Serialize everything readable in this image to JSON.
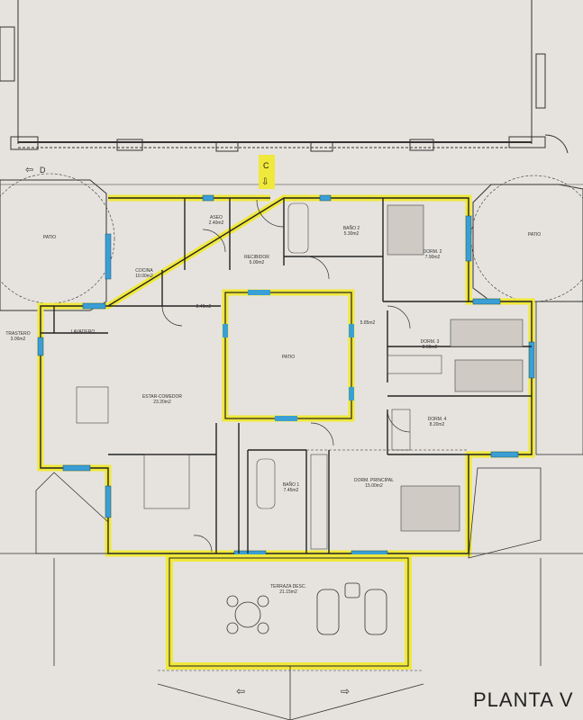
{
  "plan": {
    "title": "PLANTA V",
    "section_markers": {
      "c": "C",
      "d": "D"
    },
    "colors": {
      "paper": "#e6e3de",
      "wall": "#222222",
      "highlight_wall": "#f0e83a",
      "window": "#3a9fd4"
    }
  },
  "rooms": {
    "patio_left": {
      "name": "PATIO",
      "area": ""
    },
    "patio_right": {
      "name": "PATIO",
      "area": ""
    },
    "patio_center": {
      "name": "PATIO",
      "area": ""
    },
    "aseo": {
      "name": "ASEO",
      "area": "2.40m2"
    },
    "cocina": {
      "name": "COCINA",
      "area": "10.00m2"
    },
    "pasillo_1": {
      "name": "",
      "area": "2.40m2"
    },
    "recibidor": {
      "name": "RECIBIDOR",
      "area": "5.00m2"
    },
    "bano_2": {
      "name": "BAÑO 2",
      "area": "5.30m2"
    },
    "dorm_2": {
      "name": "DORM. 2",
      "area": "7.90m2"
    },
    "pasillo_2": {
      "name": "",
      "area": "5.85m2"
    },
    "trastero": {
      "name": "TRASTERO",
      "area": "3.00m2"
    },
    "lavadero": {
      "name": "LAVADERO",
      "area": ""
    },
    "estar_comedor": {
      "name": "ESTAR-COMEDOR",
      "area": "23.20m2"
    },
    "dorm_3": {
      "name": "DORM. 3",
      "area": "8.60m2"
    },
    "dorm_4": {
      "name": "DORM. 4",
      "area": "8.20m2"
    },
    "bano_1": {
      "name": "BAÑO 1",
      "area": "7.45m2"
    },
    "dorm_principal": {
      "name": "DORM. PRINCIPAL",
      "area": "15.00m2"
    },
    "terraza": {
      "name": "TERRAZA DESC.",
      "area": "21.15m2"
    }
  }
}
